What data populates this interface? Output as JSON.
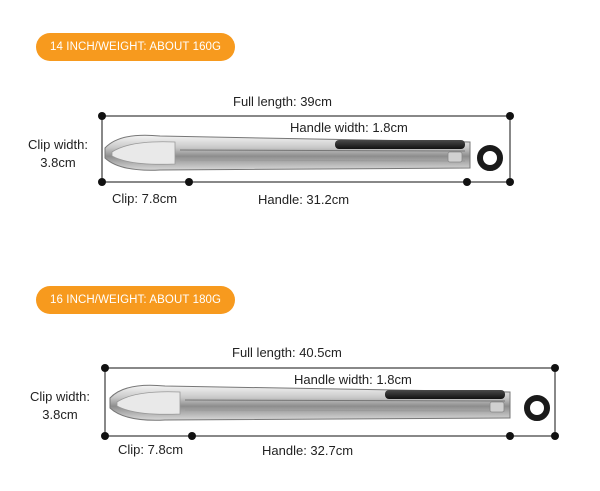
{
  "accent_color": "#f79a1e",
  "products": [
    {
      "badge": "14 INCH/WEIGHT: ABOUT 160G",
      "full_length": "Full length: 39cm",
      "handle_width": "Handle width: 1.8cm",
      "clip_width_line1": "Clip width:",
      "clip_width_line2": "3.8cm",
      "clip": "Clip: 7.8cm",
      "handle": "Handle: 31.2cm"
    },
    {
      "badge": "16 INCH/WEIGHT: ABOUT 180G",
      "full_length": "Full length: 40.5cm",
      "handle_width": "Handle width: 1.8cm",
      "clip_width_line1": "Clip width:",
      "clip_width_line2": "3.8cm",
      "clip": "Clip: 7.8cm",
      "handle": "Handle: 32.7cm"
    }
  ]
}
